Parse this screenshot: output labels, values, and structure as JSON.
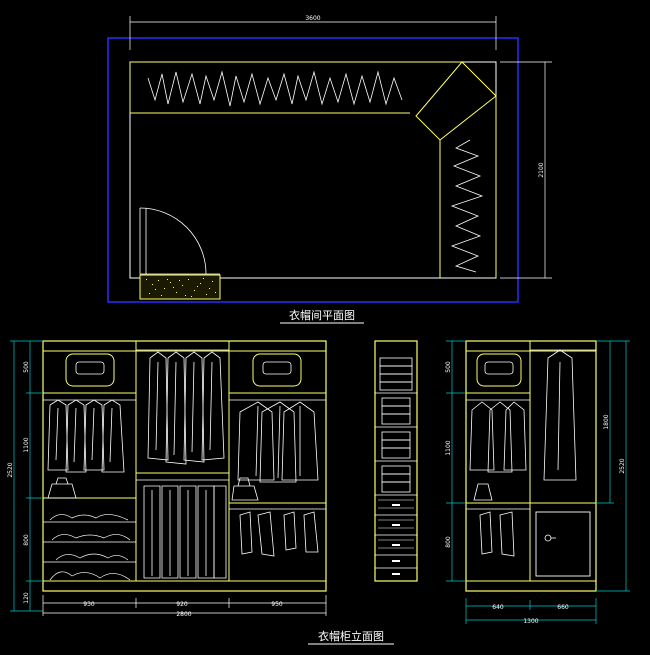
{
  "plan": {
    "title": "衣帽间平面图",
    "dim_width": "3600",
    "dim_depth": "2100"
  },
  "elevation": {
    "title": "衣帽柜立面图",
    "left_heights": [
      "500",
      "1100",
      "800",
      "120"
    ],
    "left_total": "2520",
    "bottom_widths": [
      "930",
      "920",
      "950"
    ],
    "bottom_total": "2800",
    "right_unit_heights": [
      "500",
      "1100",
      "800"
    ],
    "right_unit_side_heights": [
      "1800",
      "2520"
    ],
    "right_unit_widths": [
      "640",
      "660"
    ],
    "right_unit_total": "1300"
  },
  "colors": {
    "background": "#000000",
    "plan_border": "#2b2bff",
    "cabinet_line": "#ffff66",
    "drawing": "#ffffff",
    "dimension": "#00c8c8"
  }
}
